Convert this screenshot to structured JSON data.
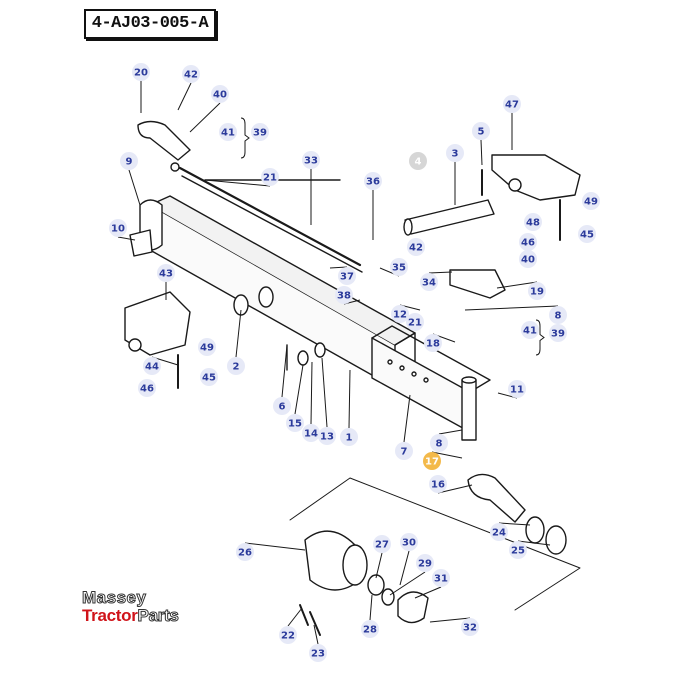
{
  "diagram": {
    "reference": "4-AJ03-005-A",
    "logo": {
      "line1": "Massey",
      "line2a": "Tractor",
      "line2b": "Parts"
    },
    "badge_colors": {
      "normal_fill": "#e6e9f7",
      "normal_text": "#2b3a9b",
      "faded_fill": "#d6d6d6",
      "faded_text": "#ffffff",
      "highlight_fill": "#f3b94a",
      "highlight_text": "#ffffff"
    },
    "callouts": [
      {
        "id": "20",
        "style": "normal"
      },
      {
        "id": "42a",
        "label": "42",
        "style": "normal"
      },
      {
        "id": "40a",
        "label": "40",
        "style": "normal"
      },
      {
        "id": "41a",
        "label": "41",
        "style": "normal"
      },
      {
        "id": "39a",
        "label": "39",
        "style": "normal"
      },
      {
        "id": "9",
        "style": "normal"
      },
      {
        "id": "33",
        "style": "normal"
      },
      {
        "id": "21a",
        "label": "21",
        "style": "normal"
      },
      {
        "id": "4",
        "style": "faded"
      },
      {
        "id": "3",
        "style": "normal"
      },
      {
        "id": "5",
        "style": "normal"
      },
      {
        "id": "47",
        "style": "normal"
      },
      {
        "id": "36",
        "style": "normal"
      },
      {
        "id": "49a",
        "label": "49",
        "style": "normal"
      },
      {
        "id": "48a",
        "label": "48",
        "style": "normal"
      },
      {
        "id": "45a",
        "label": "45",
        "style": "normal"
      },
      {
        "id": "46a",
        "label": "46",
        "style": "normal"
      },
      {
        "id": "10",
        "style": "normal"
      },
      {
        "id": "42b",
        "label": "42",
        "style": "normal"
      },
      {
        "id": "40b",
        "label": "40",
        "style": "normal"
      },
      {
        "id": "43",
        "style": "normal"
      },
      {
        "id": "37",
        "style": "normal"
      },
      {
        "id": "35",
        "style": "normal"
      },
      {
        "id": "34",
        "style": "normal"
      },
      {
        "id": "19",
        "style": "normal"
      },
      {
        "id": "38",
        "style": "normal"
      },
      {
        "id": "8a",
        "label": "8",
        "style": "normal"
      },
      {
        "id": "12",
        "style": "normal"
      },
      {
        "id": "21b",
        "label": "21",
        "style": "normal"
      },
      {
        "id": "41b",
        "label": "41",
        "style": "normal"
      },
      {
        "id": "39b",
        "label": "39",
        "style": "normal"
      },
      {
        "id": "49b",
        "label": "49",
        "style": "normal"
      },
      {
        "id": "18",
        "style": "normal"
      },
      {
        "id": "44",
        "style": "normal"
      },
      {
        "id": "45b",
        "label": "45",
        "style": "normal"
      },
      {
        "id": "46b",
        "label": "46",
        "style": "normal"
      },
      {
        "id": "2",
        "style": "normal"
      },
      {
        "id": "11",
        "style": "normal"
      },
      {
        "id": "6",
        "style": "normal"
      },
      {
        "id": "15",
        "style": "normal"
      },
      {
        "id": "14",
        "style": "normal"
      },
      {
        "id": "13",
        "style": "normal"
      },
      {
        "id": "1",
        "style": "normal"
      },
      {
        "id": "7",
        "style": "normal"
      },
      {
        "id": "8b",
        "label": "8",
        "style": "normal"
      },
      {
        "id": "17",
        "style": "highlight"
      },
      {
        "id": "16",
        "style": "normal"
      },
      {
        "id": "24",
        "style": "normal"
      },
      {
        "id": "26",
        "style": "normal"
      },
      {
        "id": "27",
        "style": "normal"
      },
      {
        "id": "30",
        "style": "normal"
      },
      {
        "id": "25",
        "style": "normal"
      },
      {
        "id": "29",
        "style": "normal"
      },
      {
        "id": "31",
        "style": "normal"
      },
      {
        "id": "28",
        "style": "normal"
      },
      {
        "id": "32",
        "style": "normal"
      },
      {
        "id": "22",
        "style": "normal"
      },
      {
        "id": "23",
        "style": "normal"
      }
    ]
  }
}
